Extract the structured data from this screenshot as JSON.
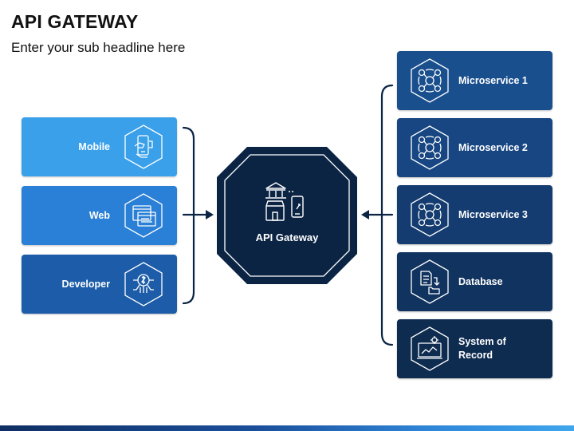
{
  "header": {
    "title": "API GATEWAY",
    "subtitle": "Enter your sub headline here"
  },
  "clients": [
    {
      "label": "Mobile",
      "icon": "mobile-hand-icon",
      "color": "#3aa0ea"
    },
    {
      "label": "Web",
      "icon": "web-browser-icon",
      "color": "#2a7fd6"
    },
    {
      "label": "Developer",
      "icon": "developer-chip-icon",
      "color": "#1c5ca8"
    }
  ],
  "gateway": {
    "label": "API Gateway",
    "icon": "bank-store-mobile-icon",
    "color": "#0b2444"
  },
  "services": [
    {
      "label": "Microservice 1",
      "icon": "network-hub-icon",
      "color": "#1a4f8e"
    },
    {
      "label": "Microservice 2",
      "icon": "network-hub-icon",
      "color": "#174682"
    },
    {
      "label": "Microservice 3",
      "icon": "network-hub-icon",
      "color": "#143c70"
    },
    {
      "label": "Database",
      "icon": "database-documents-icon",
      "color": "#11335f"
    },
    {
      "label": "System of Record",
      "icon": "analytics-monitor-icon",
      "color": "#0e2b50"
    }
  ],
  "colors": {
    "connector": "#0b2444",
    "accent_bar_start": "#0f2f63",
    "accent_bar_end": "#3fa6ec"
  }
}
